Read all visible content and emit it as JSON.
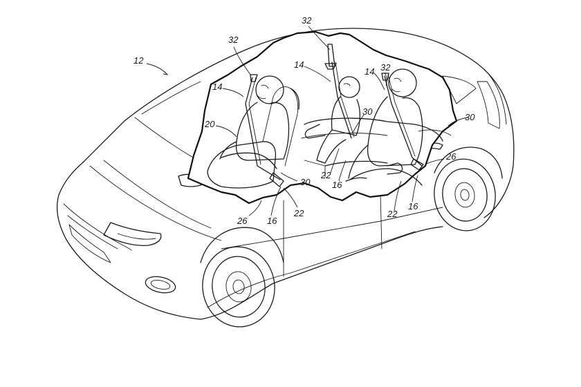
{
  "figure": {
    "labels": {
      "l12": "12",
      "l32a": "32",
      "l32b": "32",
      "l32c": "32",
      "l14a": "14",
      "l14b": "14",
      "l14c": "14",
      "l20": "20",
      "l30a": "30",
      "l30b": "30",
      "l30c": "30",
      "l22a": "22",
      "l22b": "22",
      "l22c": "22",
      "l16a": "16",
      "l16b": "16",
      "l16c": "16",
      "l26a": "26",
      "l26b": "26"
    }
  }
}
